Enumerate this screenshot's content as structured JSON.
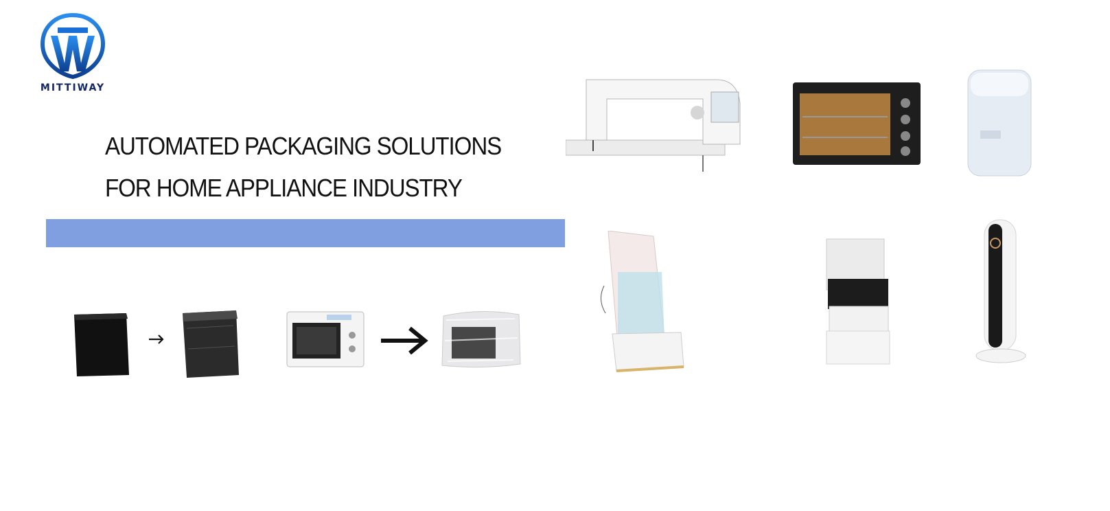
{
  "brand": {
    "name": "MITTIWAY",
    "logo_icon": "mt-monogram-logo",
    "colors": {
      "primary": "#1a6fd6",
      "dark": "#142766",
      "band": "#7f9fe0"
    }
  },
  "headline": {
    "line1": "AUTOMATED PACKAGING SOLUTIONS",
    "line2": "FOR HOME APPLIANCE INDUSTRY"
  },
  "before_after": [
    {
      "before": "black-box-unwrapped-image",
      "after": "black-box-wrapped-image",
      "arrow": "small-arrow-icon"
    },
    {
      "before": "microwave-unwrapped-image",
      "after": "microwave-wrapped-image",
      "arrow": "large-arrow-icon"
    }
  ],
  "products": [
    "sewing-machine-image",
    "toaster-oven-image",
    "water-dispenser-image",
    "boxed-purifier-image",
    "boxed-heater-image",
    "tower-fan-image"
  ]
}
